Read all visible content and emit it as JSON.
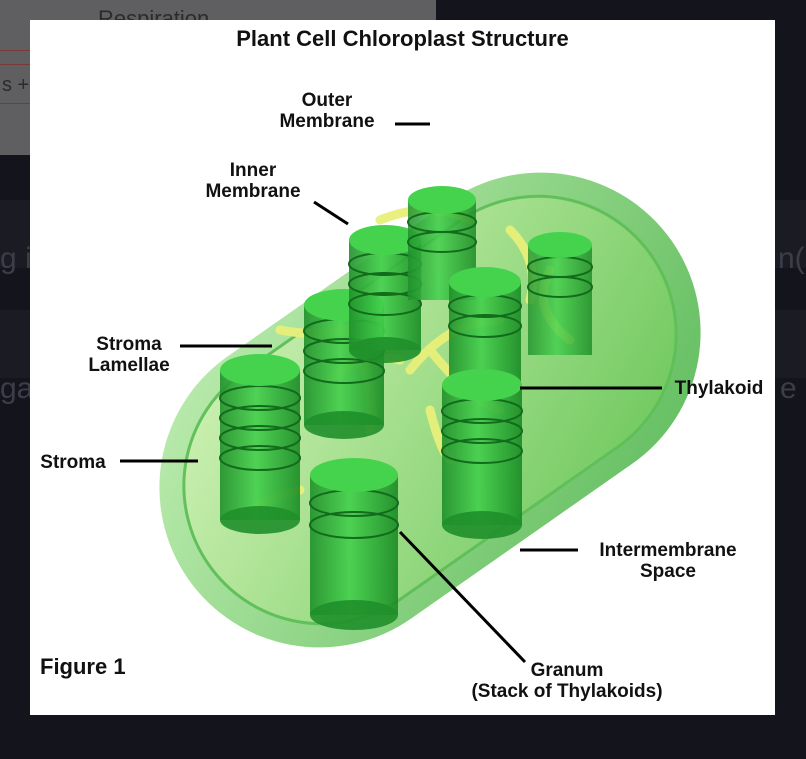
{
  "background": {
    "tab_label": "Respiration",
    "input_fragment": "s +",
    "row1_left": "g i",
    "row1_right": "n(C",
    "row2_left": "ga",
    "row2_right": "e"
  },
  "figure": {
    "title": "Plant Cell Chloroplast Structure",
    "figure_number": "Figure 1",
    "labels": {
      "outer_membrane": "Outer\nMembrane",
      "inner_membrane": "Inner\nMembrane",
      "stroma_lamellae": "Stroma\nLamellae",
      "stroma": "Stroma",
      "thylakoid": "Thylakoid",
      "intermembrane_space": "Intermembrane\nSpace",
      "granum": "Granum\n(Stack of Thylakoids)"
    },
    "colors": {
      "membrane": "#8fd48a",
      "stroma": "#a6e38a",
      "granum": "#2fb53a",
      "lamellae": "#e6ef7a"
    }
  }
}
